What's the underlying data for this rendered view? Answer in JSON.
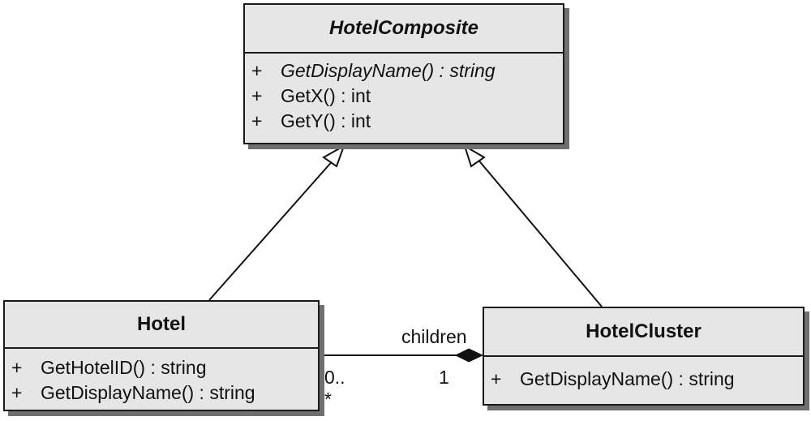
{
  "classes": {
    "composite": {
      "name": "HotelComposite",
      "operations": [
        {
          "vis": "+",
          "text": "GetDisplayName() : string"
        },
        {
          "vis": "+",
          "text": "GetX() : int"
        },
        {
          "vis": "+",
          "text": "GetY() : int"
        }
      ]
    },
    "hotel": {
      "name": "Hotel",
      "operations": [
        {
          "vis": "+",
          "text": "GetHotelID() : string"
        },
        {
          "vis": "+",
          "text": "GetDisplayName() : string"
        }
      ]
    },
    "cluster": {
      "name": "HotelCluster",
      "operations": [
        {
          "vis": "+",
          "text": "GetDisplayName() : string"
        }
      ]
    }
  },
  "association": {
    "role": "children",
    "mult_hotel_line1": "0..",
    "mult_hotel_line2": "*",
    "mult_cluster": "1"
  }
}
